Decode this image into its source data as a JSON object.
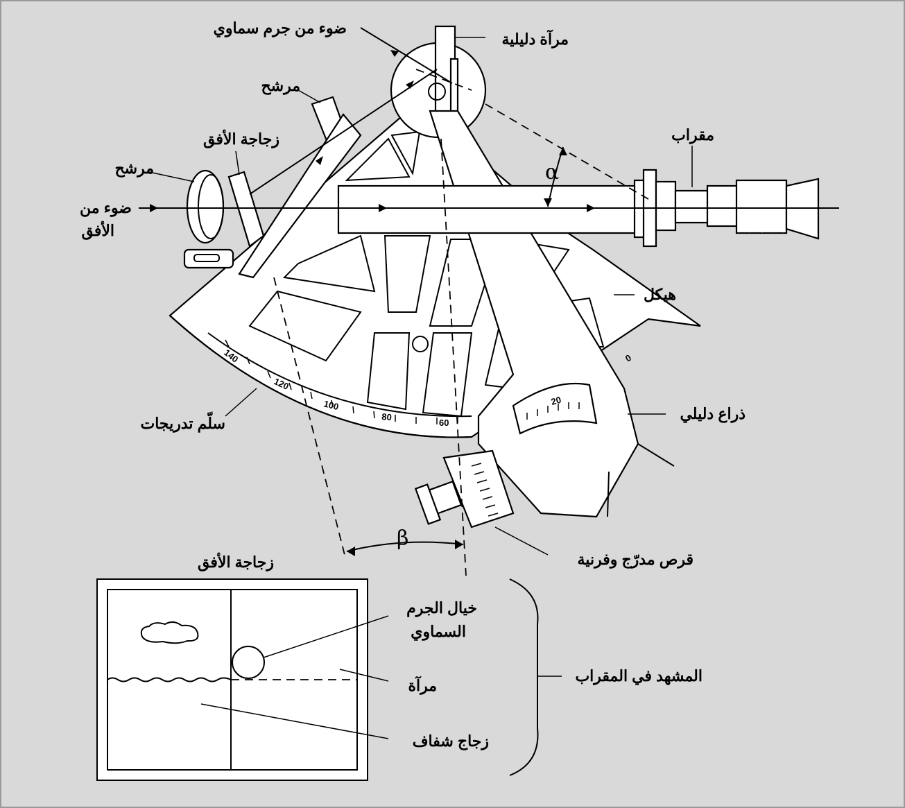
{
  "labels": {
    "celestial_light": "ضوء من جرم سماوي",
    "index_mirror": "مرآة دليلية",
    "filter_top": "مرشح",
    "horizon_glass_top": "زجاجة الأفق",
    "filter_left": "مرشح",
    "horizon_light_line1": "ضوء من",
    "horizon_light_line2": "الأفق",
    "telescope": "مقراب",
    "frame": "هيكل",
    "index_arm": "ذراع دليلي",
    "scale": "سلّم تدريجات",
    "drum_vernier": "قرص مدرّج وفرنية",
    "horizon_glass_bottom": "زجاجة الأفق",
    "body_image_line1": "خيال الجرم",
    "body_image_line2": "السماوي",
    "mirror": "مرآة",
    "clear_glass": "زجاج شفاف",
    "telescope_view": "المشهد في المقراب"
  },
  "angles": {
    "alpha": "α",
    "beta": "β"
  },
  "scale_ticks": [
    "140",
    "120",
    "100",
    "80",
    "60",
    "0"
  ],
  "vernier_tick": "20"
}
